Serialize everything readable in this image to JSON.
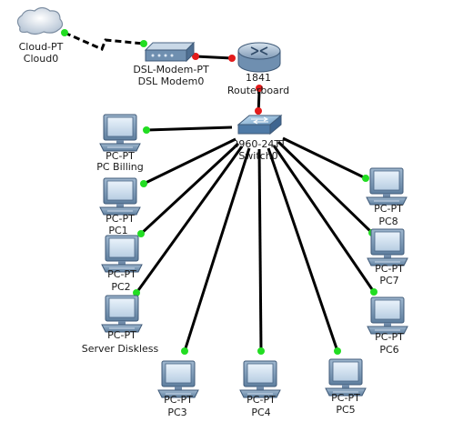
{
  "colors": {
    "link": "#000000",
    "link_up": "#22dd22",
    "link_down": "#e31b1b",
    "device_blue": "#5a7fa6",
    "background": "#ffffff"
  },
  "devices": {
    "cloud0": {
      "icon": "cloud-icon",
      "type_label": "Cloud-PT",
      "name_label": "Cloud0"
    },
    "modem0": {
      "icon": "modem-icon",
      "type_label": "DSL-Modem-PT",
      "name_label": "DSL Modem0"
    },
    "router": {
      "icon": "router-icon",
      "type_label": "1841",
      "name_label": "Routerboard"
    },
    "switch0": {
      "icon": "switch-icon",
      "type_label": "2960-24TT",
      "name_label": "Switch0"
    },
    "pc_billing": {
      "icon": "pc-icon",
      "type_label": "PC-PT",
      "name_label": "PC Billing"
    },
    "pc1": {
      "icon": "pc-icon",
      "type_label": "PC-PT",
      "name_label": "PC1"
    },
    "pc2": {
      "icon": "pc-icon",
      "type_label": "PC-PT",
      "name_label": "PC2"
    },
    "server": {
      "icon": "pc-icon",
      "type_label": "PC-PT",
      "name_label": "Server Diskless"
    },
    "pc3": {
      "icon": "pc-icon",
      "type_label": "PC-PT",
      "name_label": "PC3"
    },
    "pc4": {
      "icon": "pc-icon",
      "type_label": "PC-PT",
      "name_label": "PC4"
    },
    "pc5": {
      "icon": "pc-icon",
      "type_label": "PC-PT",
      "name_label": "PC5"
    },
    "pc6": {
      "icon": "pc-icon",
      "type_label": "PC-PT",
      "name_label": "PC6"
    },
    "pc7": {
      "icon": "pc-icon",
      "type_label": "PC-PT",
      "name_label": "PC7"
    },
    "pc8": {
      "icon": "pc-icon",
      "type_label": "PC-PT",
      "name_label": "PC8"
    }
  }
}
